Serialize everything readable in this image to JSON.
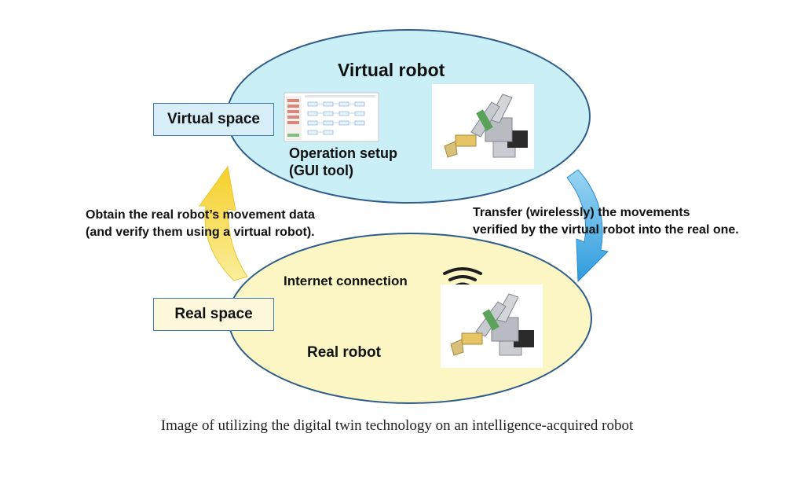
{
  "virtual_ellipse": {
    "title": "Virtual robot",
    "space_label": "Virtual space",
    "setup_line1": "Operation setup",
    "setup_line2": "(GUI tool)",
    "fill_color": "#cbeff7",
    "border_color": "#2f5d8a"
  },
  "real_ellipse": {
    "internet_label": "Internet connection",
    "robot_label": "Real robot",
    "space_label": "Real space",
    "fill_color": "#fbf6c4",
    "border_color": "#2f5d8a"
  },
  "left_arrow": {
    "line1": "Obtain the real robot’s movement data",
    "line2": "(and verify them using a virtual robot).",
    "color": "#f5d84a"
  },
  "right_arrow": {
    "line1": "Transfer (wirelessly) the movements",
    "line2": "verified by the virtual robot into the real one.",
    "color": "#4fb3e6"
  },
  "caption": "Image of utilizing the digital twin technology on an intelligence-acquired robot"
}
